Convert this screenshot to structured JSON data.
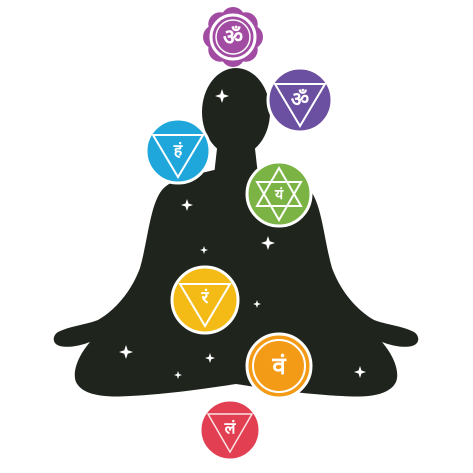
{
  "colors": {
    "background": "#ffffff",
    "figure": "#1f241d",
    "sparkle": "#ffffff",
    "crown": "#a24ba3",
    "third_eye": "#6b4fa0",
    "throat": "#1fa7dc",
    "heart": "#7bb445",
    "solar_plexus": "#f4bb17",
    "sacral": "#f39a16",
    "root": "#e33f52"
  },
  "chakras": {
    "crown": {
      "symbol": "ॐ",
      "icon": "lotus-icon"
    },
    "third_eye": {
      "symbol": "ॐ",
      "icon": "inverted-triangle-icon"
    },
    "throat": {
      "symbol": "हं",
      "icon": "inverted-triangle-icon"
    },
    "heart": {
      "symbol": "यं",
      "icon": "hexagram-icon"
    },
    "solar_plexus": {
      "symbol": "रं",
      "icon": "inverted-triangle-icon"
    },
    "sacral": {
      "symbol": "वं",
      "icon": "crescent-icon"
    },
    "root": {
      "symbol": "लं",
      "icon": "square-icon"
    }
  }
}
